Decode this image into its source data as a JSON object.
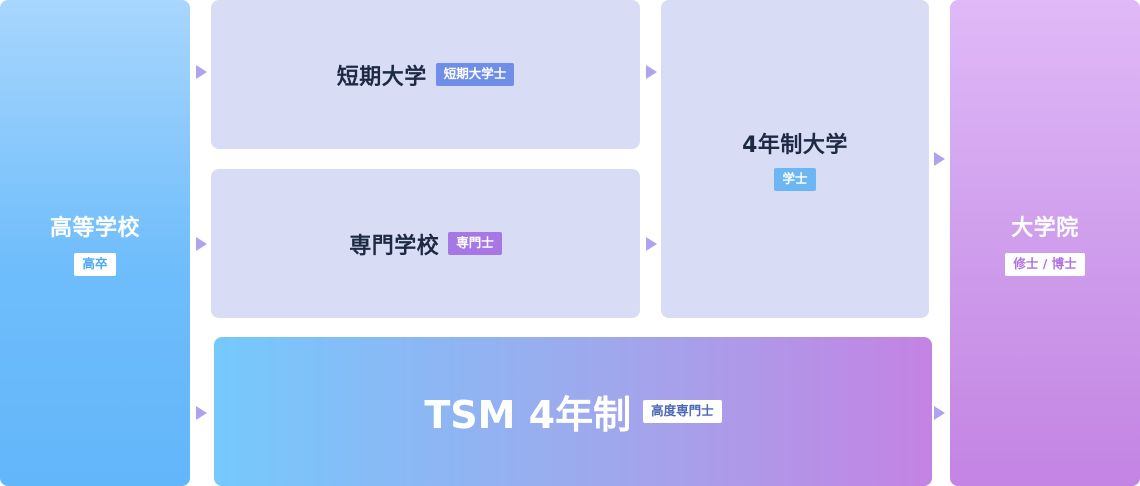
{
  "high_school": {
    "title": "高等学校",
    "badge": "高卒"
  },
  "junior_college": {
    "title": "短期大学",
    "badge": "短期大学士"
  },
  "vocational_school": {
    "title": "専門学校",
    "badge": "専門士"
  },
  "university": {
    "title": "4年制大学",
    "badge": "学士"
  },
  "tsm": {
    "title": "TSM 4年制",
    "badge": "高度専門士"
  },
  "graduate_school": {
    "title": "大学院",
    "badge": "修士 / 博士"
  },
  "colors": {
    "high_school": "#6fbdfb",
    "course_box": "#d9dcf5",
    "graduate_school": "#c384e3",
    "arrow": "#b0a2ee"
  }
}
